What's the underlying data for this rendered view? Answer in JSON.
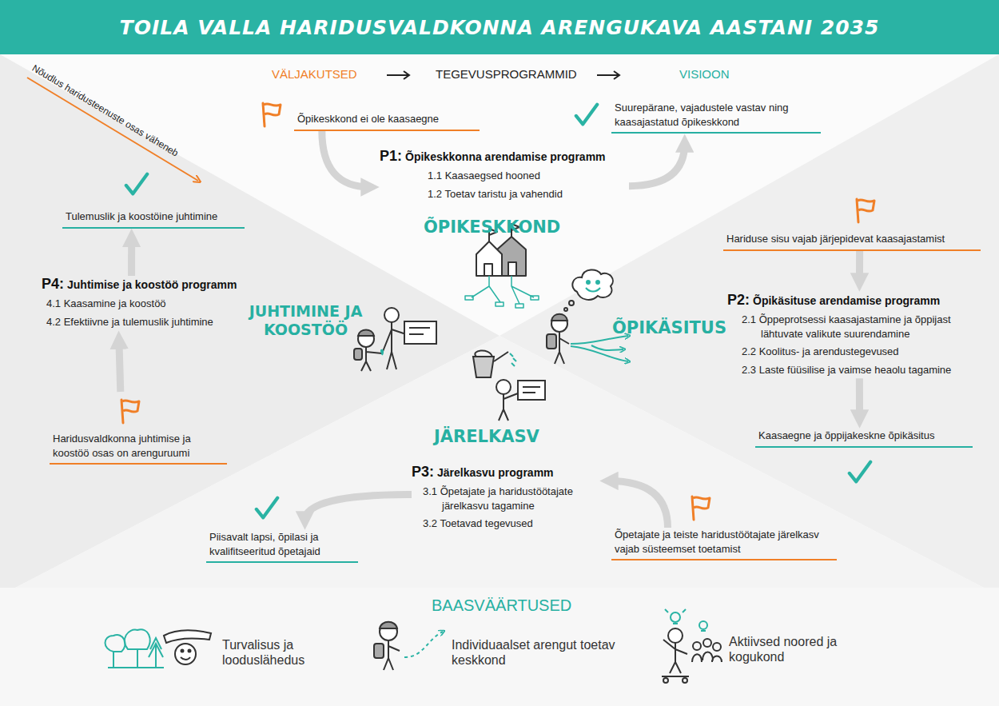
{
  "diagram": {
    "title": "TOILA VALLA HARIDUSVALDKONNA ARENGUKAVA AASTANI 2035",
    "nodes": [
      {
        "text": [
          "Õpikeskkond ei ole kaasaegne"
        ]
      },
      {
        "text": [
          "Suurepärane, vajadustele vastav ning kaasajastatud õpikeskkond"
        ]
      },
      {
        "text": [
          "P1:",
          "Õpikeskkonna arendamise programm",
          "1.1 Kaasaegsed hooned",
          "1.2 Toetav taristu ja vahendid"
        ]
      },
      {
        "text": [
          "Tulemuslik ja koostöine juhtimine"
        ]
      },
      {
        "text": [
          "Hariduse sisu vajab järjepidevat kaasajastamist"
        ]
      },
      {
        "text": [
          "P4:",
          "Juhtimise ja koostöö programm",
          "4.1 Kaasamine ja koostöö",
          "4.2 Efektiivne ja tulemuslik juhtimine"
        ]
      },
      {
        "text": [
          "P2:",
          "Õpikäsituse arendamise programm",
          "2.1 Õppeprotsessi kaasajastamine ja õppijast lähtuvate valikute suurendamine",
          "2.2 Koolitus- ja arendustegevused",
          "2.3 Laste füüsilise ja vaimse heaolu tagamine"
        ]
      },
      {
        "text": [
          "Haridusvaldkonna juhtimise ja koostöö osas on arenguruumi"
        ]
      },
      {
        "text": [
          "Kaasaegne ja õppijakeskne õpikäsitus"
        ]
      },
      {
        "text": [
          "P3:",
          "Järelkasvu programm",
          "3.1 Õpetajate ja haridustöötajate järelkasvu tagamine",
          "3.2 Toetavad tegevused"
        ]
      },
      {
        "text": [
          "Piisavalt lapsi, õpilasi ja kvalifitseeritud õpetajaid"
        ]
      },
      {
        "text": [
          "Õpetajate ja teiste haridustöötajate järelkasv vajab süsteemset toetamist"
        ]
      }
    ],
    "edges": [
      {
        "from": 0,
        "to": 2,
        "arrow": "to"
      },
      {
        "from": 2,
        "to": 1,
        "arrow": "to"
      },
      {
        "from": 4,
        "to": 6,
        "arrow": "to"
      },
      {
        "from": 6,
        "to": 8,
        "arrow": "to"
      },
      {
        "from": 7,
        "to": 5,
        "arrow": "to"
      },
      {
        "from": 5,
        "to": 3,
        "arrow": "to"
      },
      {
        "from": 11,
        "to": 9,
        "arrow": "to"
      },
      {
        "from": 9,
        "to": 10,
        "arrow": "to"
      }
    ],
    "labels": [
      "VÄLJAKUTSED",
      "TEGEVUSPROGRAMMID",
      "VISIOON",
      "Nõudlus haridusteenuste osas väheneb",
      "ÕPIKESKKOND",
      "ÕPIKÄSITUS",
      "JÄRELKASV",
      "JUHTIMINE JA KOOSTÖÖ",
      "BAASVÄÄRTUSED",
      "Turvalisus ja looduslähedus",
      "Individuaalset arengut toetav keskkond",
      "Aktiivsed noored ja kogukond"
    ]
  }
}
